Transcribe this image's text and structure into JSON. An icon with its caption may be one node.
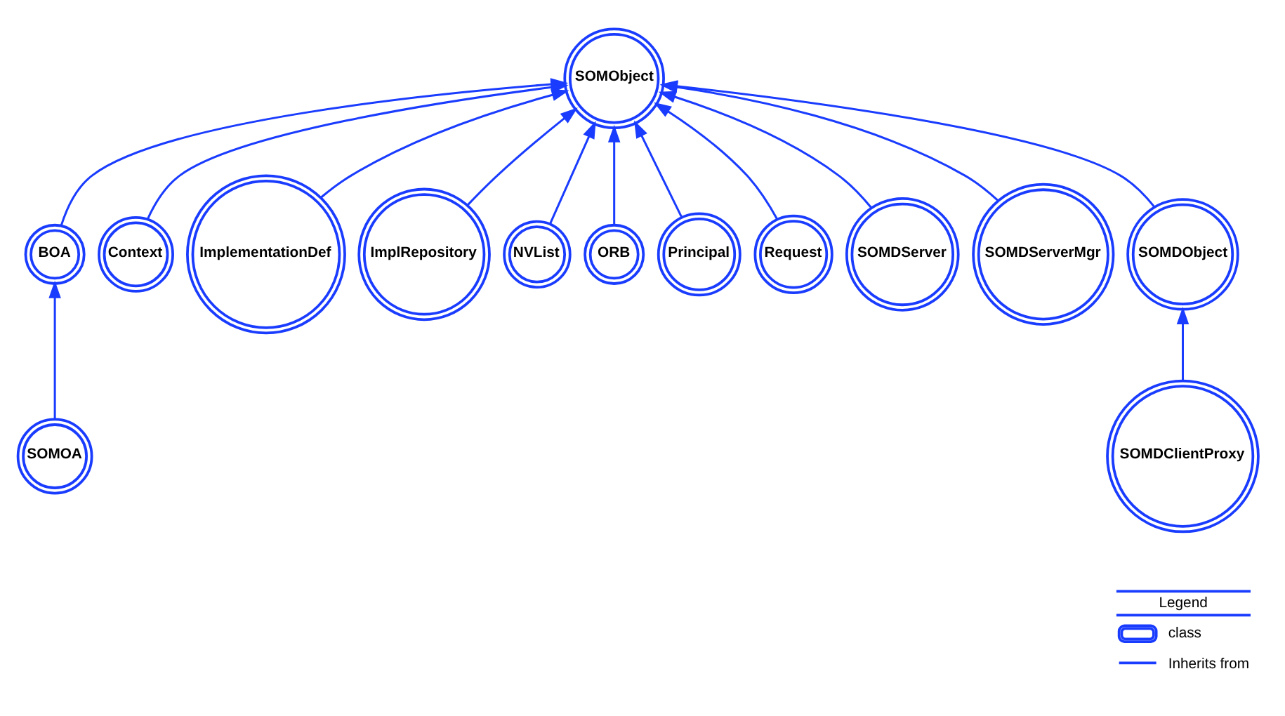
{
  "diagram": {
    "nodes": [
      {
        "text": [
          "SOMObject"
        ]
      },
      {
        "text": [
          "BOA"
        ]
      },
      {
        "text": [
          "Context"
        ]
      },
      {
        "text": [
          "ImplementationDef"
        ]
      },
      {
        "text": [
          "ImplRepository"
        ]
      },
      {
        "text": [
          "NVList"
        ]
      },
      {
        "text": [
          "ORB"
        ]
      },
      {
        "text": [
          "Principal"
        ]
      },
      {
        "text": [
          "Request"
        ]
      },
      {
        "text": [
          "SOMDServer"
        ]
      },
      {
        "text": [
          "SOMDServerMgr"
        ]
      },
      {
        "text": [
          "SOMDObject"
        ]
      },
      {
        "text": [
          "SOMOA"
        ]
      },
      {
        "text": [
          "SOMDClientProxy"
        ]
      }
    ],
    "edges": [
      {
        "from": 1,
        "to": 0,
        "arrow": "to"
      },
      {
        "from": 2,
        "to": 0,
        "arrow": "to"
      },
      {
        "from": 3,
        "to": 0,
        "arrow": "to"
      },
      {
        "from": 4,
        "to": 0,
        "arrow": "to"
      },
      {
        "from": 5,
        "to": 0,
        "arrow": "to"
      },
      {
        "from": 6,
        "to": 0,
        "arrow": "to"
      },
      {
        "from": 7,
        "to": 0,
        "arrow": "to"
      },
      {
        "from": 8,
        "to": 0,
        "arrow": "to"
      },
      {
        "from": 9,
        "to": 0,
        "arrow": "to"
      },
      {
        "from": 10,
        "to": 0,
        "arrow": "to"
      },
      {
        "from": 11,
        "to": 0,
        "arrow": "to"
      },
      {
        "from": 12,
        "to": 1,
        "arrow": "to"
      },
      {
        "from": 13,
        "to": 11,
        "arrow": "to"
      }
    ],
    "labels": [
      "Legend"
    ],
    "legend": [
      {
        "text": "class"
      },
      {
        "text": "Inherits from"
      }
    ]
  }
}
